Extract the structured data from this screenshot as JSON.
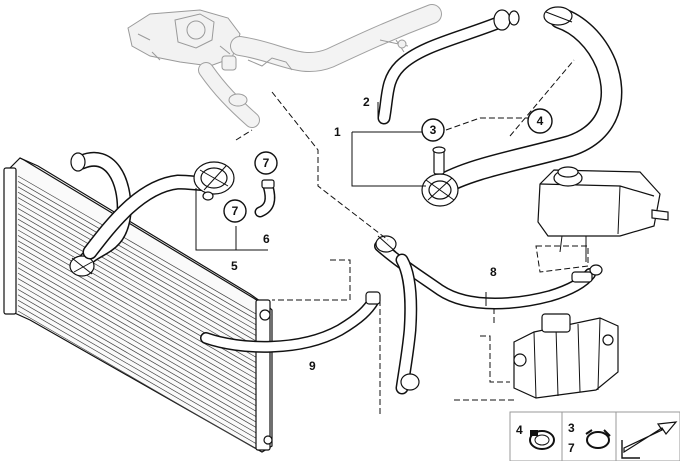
{
  "diagram": {
    "callouts": {
      "c1": "1",
      "c2": "2",
      "c3": "3",
      "c4": "4",
      "c5": "5",
      "c6": "6",
      "c7a": "7",
      "c7b": "7",
      "c8": "8",
      "c9": "9"
    },
    "legend": {
      "item_a": "4",
      "item_b_top": "3",
      "item_b_bottom": "7"
    },
    "icons": [
      "hose-clamp-icon",
      "spring-clamp-icon",
      "direction-arrow-icon"
    ]
  }
}
